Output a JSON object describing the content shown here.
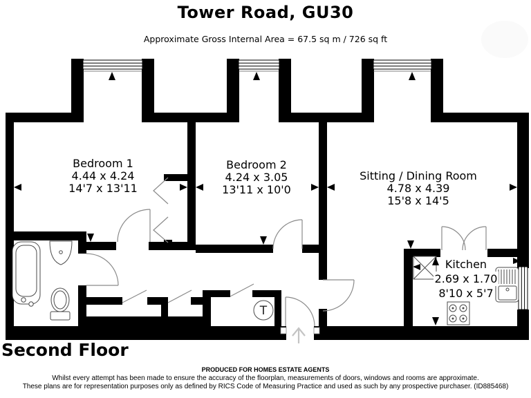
{
  "header": {
    "title": "Tower Road, GU30",
    "subtitle": "Approximate Gross Internal Area = 67.5 sq m / 726 sq ft"
  },
  "floor_label": "Second Floor",
  "rooms": [
    {
      "name": "Bedroom 1",
      "metric": "4.44 x 4.24",
      "imperial": "14'7 x 13'11"
    },
    {
      "name": "Bedroom 2",
      "metric": "4.24 x 3.05",
      "imperial": "13'11 x 10'0"
    },
    {
      "name": "Sitting / Dining Room",
      "metric": "4.78 x 4.39",
      "imperial": "15'8 x 14'5"
    },
    {
      "name": "Kitchen",
      "metric": "2.69 x 1.70",
      "imperial": "8'10 x 5'7"
    }
  ],
  "symbols": {
    "tank_label": "T"
  },
  "footer": {
    "line1": "PRODUCED FOR HOMES ESTATE AGENTS",
    "line2": "Whilst every attempt has been made to ensure the accuracy of the floorplan, measurements of doors, windows and rooms are approximate.",
    "line3": "These plans are for representation purposes only as defined by RICS Code of Measuring Practice and used as such by any prospective purchaser. (ID885468)"
  },
  "colors": {
    "wall": "#000000",
    "door_arc": "#8a8a8a",
    "fixture": "#4a4a4a",
    "entrance_arrow": "#c4c4c4",
    "watermark": "#fafafa"
  }
}
